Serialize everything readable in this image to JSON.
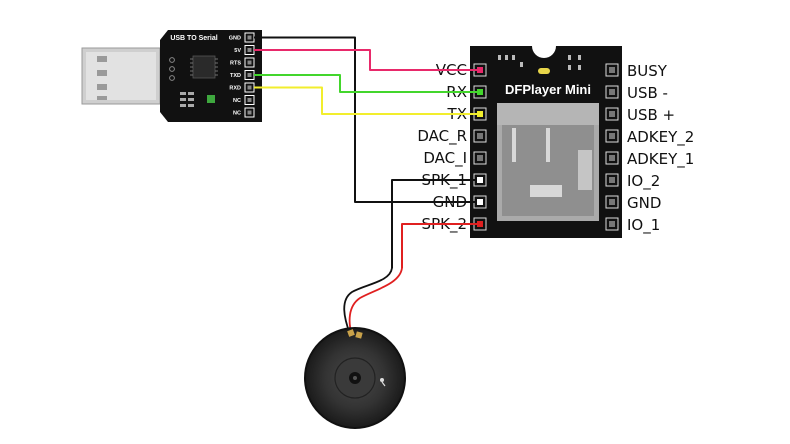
{
  "usb_module": {
    "title": "USB TO Serial",
    "pins": [
      "GND",
      "5V",
      "RTS",
      "TXD",
      "RXD",
      "NC",
      "NC"
    ]
  },
  "dfplayer": {
    "title": "DFPlayer Mini",
    "left_pins": [
      "VCC",
      "RX",
      "TX",
      "DAC_R",
      "DAC_I",
      "SPK_1",
      "GND",
      "SPK_2"
    ],
    "right_pins": [
      "BUSY",
      "USB -",
      "USB +",
      "ADKEY_2",
      "ADKEY_1",
      "IO_2",
      "GND",
      "IO_1"
    ]
  },
  "speaker": {},
  "colors": {
    "black_wire": "#111111",
    "red_wire": "#e8296a",
    "green_wire": "#43d62c",
    "yellow_wire": "#f2ee2d",
    "speaker_red": "#e02020",
    "board": "#111111"
  }
}
